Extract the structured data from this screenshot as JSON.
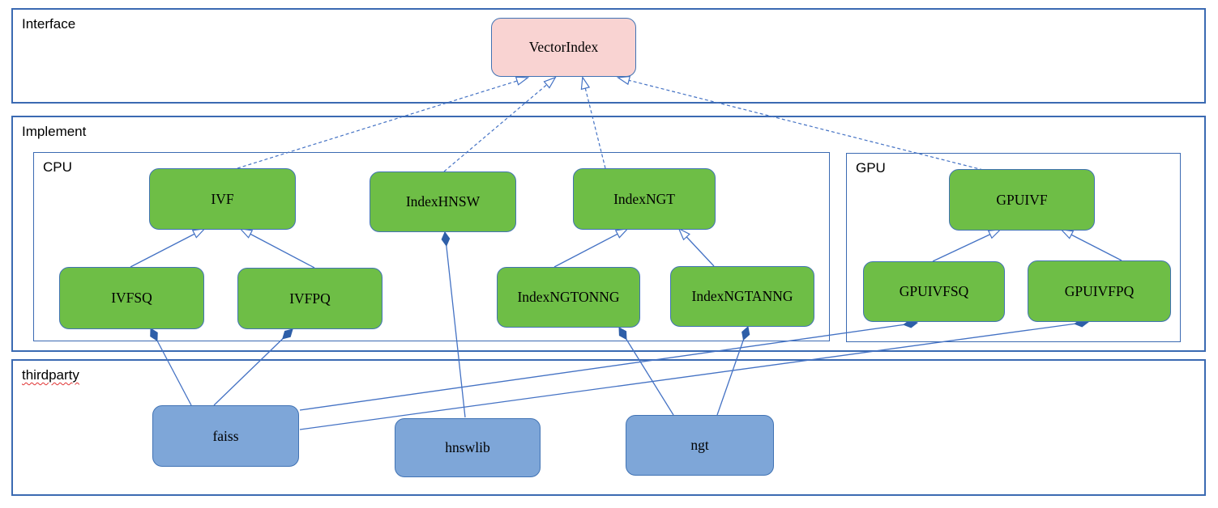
{
  "diagram": {
    "containers": {
      "interface": {
        "label": "Interface"
      },
      "implement": {
        "label": "Implement"
      },
      "cpu": {
        "label": "CPU"
      },
      "gpu": {
        "label": "GPU"
      },
      "thirdparty": {
        "label": "thirdparty"
      }
    },
    "nodes": {
      "vectorindex": {
        "label": "VectorIndex",
        "kind": "interface"
      },
      "ivf": {
        "label": "IVF",
        "kind": "cpu-class"
      },
      "indexhnsw": {
        "label": "IndexHNSW",
        "kind": "cpu-class"
      },
      "indexngt": {
        "label": "IndexNGT",
        "kind": "cpu-class"
      },
      "gpuivf": {
        "label": "GPUIVF",
        "kind": "gpu-class"
      },
      "ivfsq": {
        "label": "IVFSQ",
        "kind": "cpu-class"
      },
      "ivfpq": {
        "label": "IVFPQ",
        "kind": "cpu-class"
      },
      "indexngtonng": {
        "label": "IndexNGTONNG",
        "kind": "cpu-class"
      },
      "indexngtanng": {
        "label": "IndexNGTANNG",
        "kind": "cpu-class"
      },
      "gpuivfsq": {
        "label": "GPUIVFSQ",
        "kind": "gpu-class"
      },
      "gpuivfpq": {
        "label": "GPUIVFPQ",
        "kind": "gpu-class"
      },
      "faiss": {
        "label": "faiss",
        "kind": "thirdparty-lib"
      },
      "hnswlib": {
        "label": "hnswlib",
        "kind": "thirdparty-lib"
      },
      "ngt": {
        "label": "ngt",
        "kind": "thirdparty-lib"
      }
    },
    "edges": [
      {
        "from": "IVF",
        "to": "VectorIndex",
        "type": "realization-dashed-hollow-arrow"
      },
      {
        "from": "IndexHNSW",
        "to": "VectorIndex",
        "type": "realization-dashed-hollow-arrow"
      },
      {
        "from": "IndexNGT",
        "to": "VectorIndex",
        "type": "realization-dashed-hollow-arrow"
      },
      {
        "from": "GPUIVF",
        "to": "VectorIndex",
        "type": "realization-dashed-hollow-arrow"
      },
      {
        "from": "IVFSQ",
        "to": "IVF",
        "type": "generalization-hollow-arrow"
      },
      {
        "from": "IVFPQ",
        "to": "IVF",
        "type": "generalization-hollow-arrow"
      },
      {
        "from": "IndexNGTONNG",
        "to": "IndexNGT",
        "type": "generalization-hollow-arrow"
      },
      {
        "from": "IndexNGTANNG",
        "to": "IndexNGT",
        "type": "generalization-hollow-arrow"
      },
      {
        "from": "GPUIVFSQ",
        "to": "GPUIVF",
        "type": "generalization-hollow-arrow"
      },
      {
        "from": "GPUIVFPQ",
        "to": "GPUIVF",
        "type": "generalization-hollow-arrow"
      },
      {
        "from": "IVFSQ",
        "to": "faiss",
        "type": "composition-filled-diamond"
      },
      {
        "from": "IVFPQ",
        "to": "faiss",
        "type": "composition-filled-diamond"
      },
      {
        "from": "GPUIVFSQ",
        "to": "faiss",
        "type": "composition-filled-diamond"
      },
      {
        "from": "GPUIVFPQ",
        "to": "faiss",
        "type": "composition-filled-diamond"
      },
      {
        "from": "IndexHNSW",
        "to": "hnswlib",
        "type": "composition-filled-diamond"
      },
      {
        "from": "IndexNGTONNG",
        "to": "ngt",
        "type": "composition-filled-diamond"
      },
      {
        "from": "IndexNGTANNG",
        "to": "ngt",
        "type": "composition-filled-diamond"
      }
    ],
    "colors": {
      "interface_node_fill": "#f9d3d2",
      "implement_node_fill": "#6ebe46",
      "thirdparty_node_fill": "#7ea6d8",
      "node_border": "#4173b4",
      "container_border": "#3b6ab2",
      "edge_line": "#4472c4",
      "diamond_fill": "#2e5fa8",
      "spellcheck_underline": "#e03232",
      "background": "#ffffff",
      "text": "#000000"
    }
  }
}
